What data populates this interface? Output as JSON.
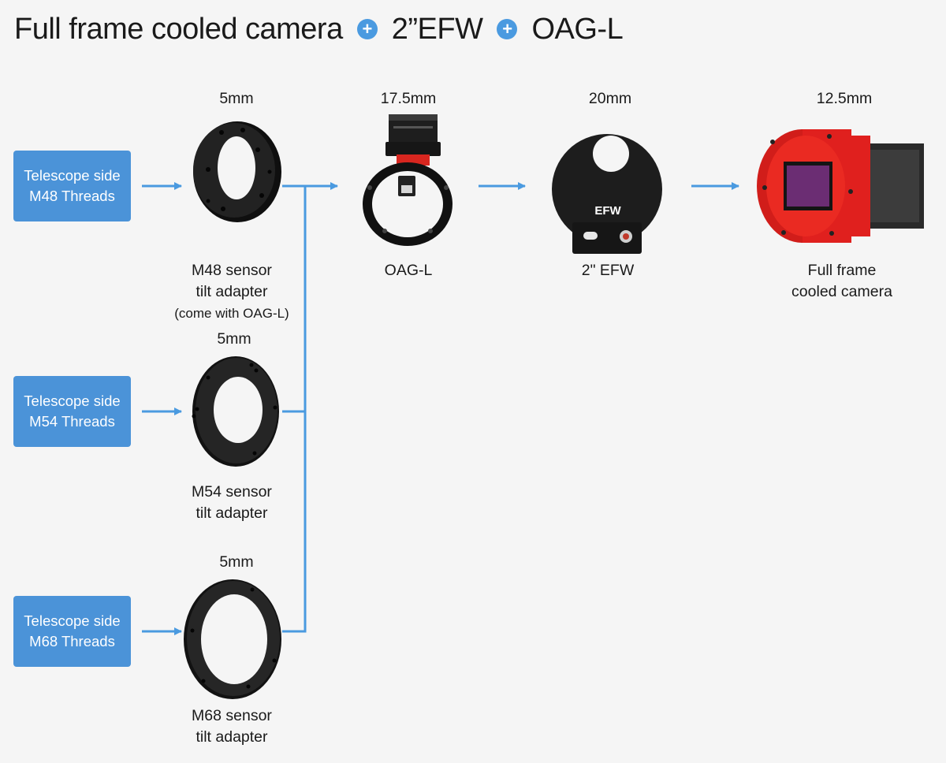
{
  "title": {
    "part1": "Full frame cooled camera",
    "plus": "+",
    "part2": "2”EFW",
    "part3": "OAG-L"
  },
  "sources": [
    {
      "line1": "Telescope side",
      "line2": "M48 Threads"
    },
    {
      "line1": "Telescope side",
      "line2": "M54 Threads"
    },
    {
      "line1": "Telescope side",
      "line2": "M68 Threads"
    }
  ],
  "adapters": [
    {
      "thickness": "5mm",
      "line1": "M48 sensor",
      "line2": "tilt adapter",
      "note": "(come with OAG-L)"
    },
    {
      "thickness": "5mm",
      "line1": "M54 sensor",
      "line2": "tilt adapter"
    },
    {
      "thickness": "5mm",
      "line1": "M68 sensor",
      "line2": "tilt adapter"
    }
  ],
  "chain": [
    {
      "thickness": "17.5mm",
      "line1": "OAG-L"
    },
    {
      "thickness": "20mm",
      "line1": "2\" EFW"
    },
    {
      "thickness": "12.5mm",
      "line1": "Full frame",
      "line2": "cooled camera"
    }
  ],
  "efw_label": "EFW",
  "colors": {
    "arrow": "#4a9ae0",
    "box": "#4b93d8",
    "camera_red": "#e0201e",
    "part_black": "#1c1c1c"
  }
}
